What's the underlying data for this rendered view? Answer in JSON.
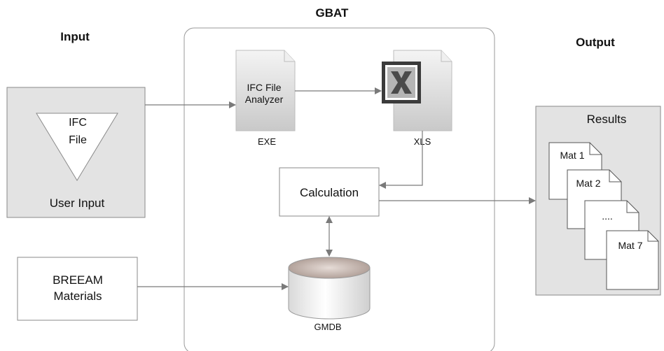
{
  "headers": {
    "input": "Input",
    "gbat": "GBAT",
    "output": "Output"
  },
  "user_input": {
    "ifc_line1": "IFC",
    "ifc_line2": "File",
    "label": "User Input"
  },
  "breeam": {
    "line1": "BREEAM",
    "line2": "Materials"
  },
  "analyzer": {
    "line1": "IFC File",
    "line2": "Analyzer",
    "caption": "EXE"
  },
  "xls": {
    "caption": "XLS"
  },
  "calculation": {
    "label": "Calculation"
  },
  "gmdb": {
    "caption": "GMDB"
  },
  "results": {
    "title": "Results",
    "pages": [
      "Mat 1",
      "Mat 2",
      "....",
      "Mat 7"
    ]
  },
  "colors": {
    "panel_fill": "#e3e3e3",
    "line": "#8a8a8a",
    "arrow": "#7a7a7a",
    "cylinder_top": "#c8bdb8"
  }
}
